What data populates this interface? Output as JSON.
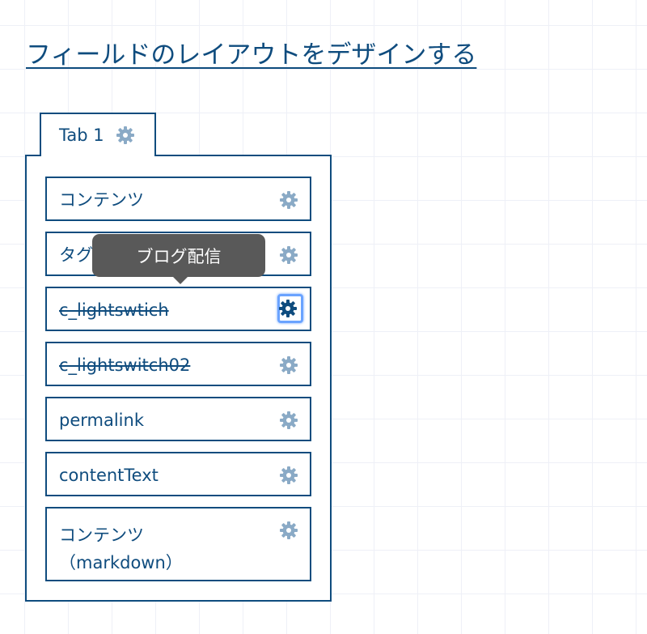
{
  "title": "フィールドのレイアウトをデザインする",
  "tab": {
    "label": "Tab 1"
  },
  "fields": [
    {
      "label": "コンテンツ",
      "disabled": false
    },
    {
      "label": "タグ",
      "disabled": false
    },
    {
      "label": "c_lightswtich",
      "disabled": true
    },
    {
      "label": "c_lightswitch02",
      "disabled": true
    },
    {
      "label": "permalink",
      "disabled": false
    },
    {
      "label": "contentText",
      "disabled": false
    },
    {
      "label": "コンテンツ\n（markdown）",
      "disabled": false
    }
  ],
  "tooltip": "ブログ配信",
  "colors": {
    "primary": "#0f4c7e",
    "gear_light": "#8aaac6",
    "tooltip_bg": "#595959",
    "focus": "#6aa3ff"
  }
}
